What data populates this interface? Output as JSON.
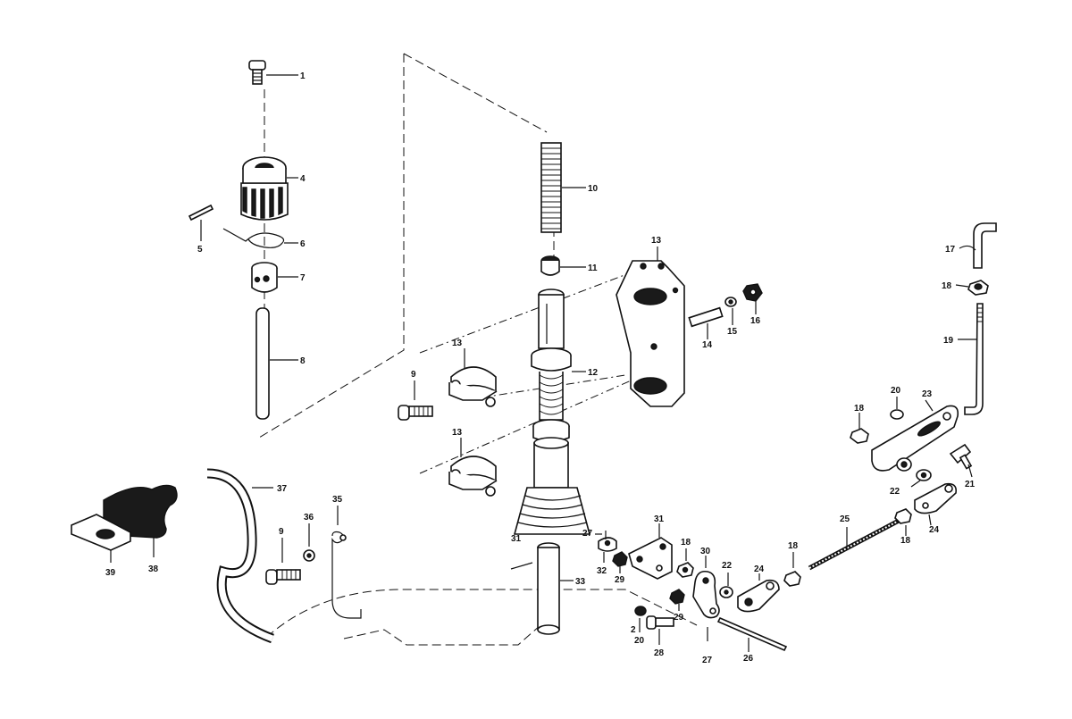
{
  "labels": {
    "p1": "1",
    "p4": "4",
    "p5": "5",
    "p6": "6",
    "p7": "7",
    "p8": "8",
    "p9a": "9",
    "p9b": "9",
    "p10": "10",
    "p11": "11",
    "p12": "12",
    "p13a": "13",
    "p13b": "13",
    "p13c": "13",
    "p14": "14",
    "p15": "15",
    "p16": "16",
    "p17": "17",
    "p18a": "18",
    "p18b": "18",
    "p18c": "18",
    "p18d": "18",
    "p18e": "18",
    "p19": "19",
    "p20a": "20",
    "p20b": "20",
    "p21": "21",
    "p22a": "22",
    "p22b": "22",
    "p23": "23",
    "p24a": "24",
    "p24b": "24",
    "p25": "25",
    "p26": "26",
    "p27a": "27",
    "p27b": "27",
    "p28": "28",
    "p29a": "29",
    "p29b": "29",
    "p30": "30",
    "p31a": "31",
    "p31b": "31",
    "p32": "32",
    "p33": "33",
    "p35": "35",
    "p36": "36",
    "p37": "37",
    "p38": "38",
    "p39": "39",
    "p2": "2"
  }
}
